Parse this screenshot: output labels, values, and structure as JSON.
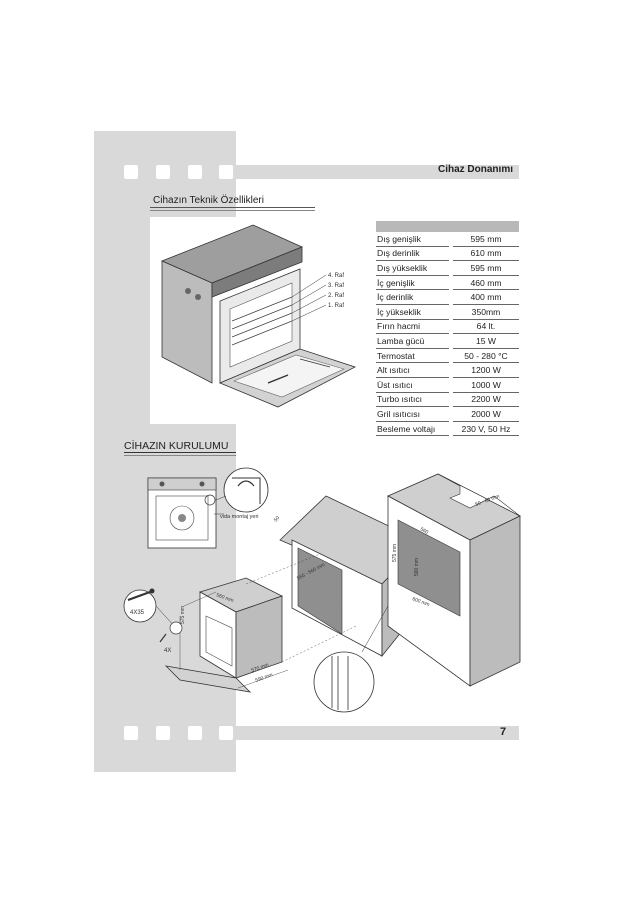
{
  "header": {
    "title": "Cihaz Donanımı"
  },
  "section1": {
    "title": "Cihazın Teknik Özellikleri"
  },
  "shelves": [
    "4. Raf",
    "3. Raf",
    "2. Raf",
    "1. Raf"
  ],
  "specs": [
    {
      "label": "Dış genişlik",
      "value": "595 mm"
    },
    {
      "label": "Dış derinlik",
      "value": "610 mm"
    },
    {
      "label": "Dış yükseklik",
      "value": "595 mm"
    },
    {
      "label": "İç genişlik",
      "value": "460 mm"
    },
    {
      "label": "İç derinlik",
      "value": "400 mm"
    },
    {
      "label": "İç yükseklik",
      "value": "350mm"
    },
    {
      "label": "Fırın hacmi",
      "value": "64 lt."
    },
    {
      "label": "Lamba gücü",
      "value": "15 W"
    },
    {
      "label": "Termostat",
      "value": "50 - 280 °C"
    },
    {
      "label": "Alt ısıtıcı",
      "value": "1200 W"
    },
    {
      "label": "Üst ısıtıcı",
      "value": "1000 W"
    },
    {
      "label": "Turbo ısıtıcı",
      "value": "2200 W"
    },
    {
      "label": "Gril ısıtıcısı",
      "value": "2000 W"
    },
    {
      "label": "Besleme voltajı",
      "value": "230 V, 50 Hz"
    }
  ],
  "section2": {
    "title": "CİHAZIN KURULUMU"
  },
  "install": {
    "screw_label": "vida montaj yeri",
    "screw_size": "4X35",
    "screw_count": "4X",
    "dims": {
      "d50": "50",
      "d555": "555 - 565 mm",
      "d560": "560",
      "d575": "575 mm",
      "d590": "590 mm",
      "d560b": "560 mm",
      "d570": "570 mm",
      "d590b": "590 mm",
      "d600": "600 mm",
      "d50_60": "50 - 60 mm",
      "d575b": "575 mm"
    }
  },
  "footer": {
    "page": "7"
  }
}
